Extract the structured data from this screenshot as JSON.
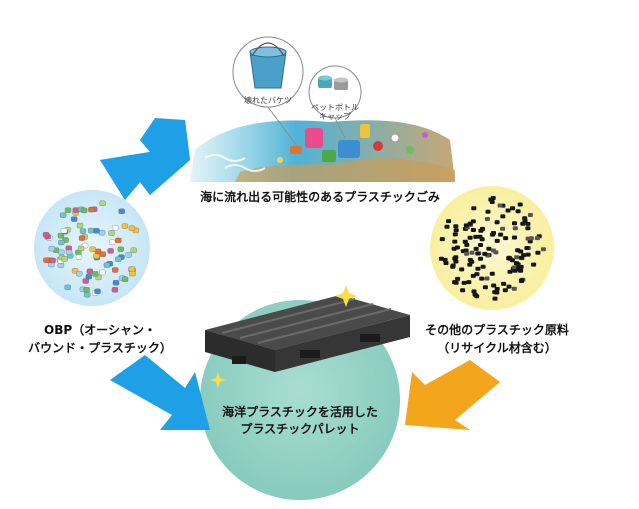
{
  "top": {
    "caption": "海に流れ出る可能性のあるプラスチックごみ",
    "bucket_tag": "壊れたバケツ",
    "cap_tag_line1": "ペットボトル",
    "cap_tag_line2": "キャップ"
  },
  "left": {
    "line1": "OBP（オーシャン・",
    "line2": "バウンド・プラスチック）"
  },
  "right": {
    "line1": "その他のプラスチック原料",
    "line2": "（リサイクル材含む）"
  },
  "center": {
    "line1": "海洋プラスチックを活用した",
    "line2": "プラスチックパレット"
  },
  "colors": {
    "arrow_blue": "#1fa0e6",
    "arrow_orange": "#f3a51c",
    "center_circle": "#8fd0c4",
    "left_circle": "#cfe9f7",
    "right_circle": "#faf3a8",
    "pallet": "#3a3a3a"
  },
  "icons": [
    "bucket-icon",
    "bottle-cap-icon",
    "sparkle-icon"
  ]
}
